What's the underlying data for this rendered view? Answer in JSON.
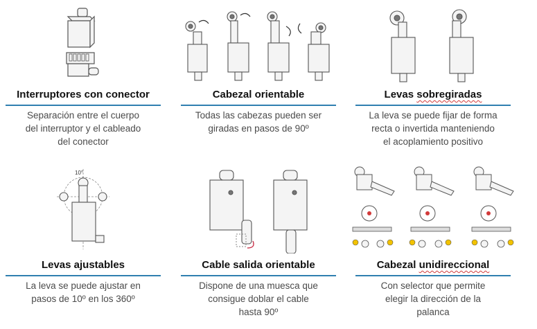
{
  "features": [
    {
      "title": "Interruptores con conector",
      "title_underlined": "",
      "lines": [
        "Separación entre el cuerpo",
        "del interruptor y el cableado",
        "del conector"
      ]
    },
    {
      "title": "Cabezal orientable",
      "title_underlined": "",
      "lines": [
        "Todas las cabezas pueden ser",
        "giradas en pasos de 90º"
      ]
    },
    {
      "title": "Levas ",
      "title_underlined": "sobregiradas",
      "lines": [
        "La leva se puede fijar de forma",
        "recta o invertida manteniendo",
        "el acoplamiento positivo"
      ]
    },
    {
      "title": "Levas ajustables",
      "title_underlined": "",
      "lines": [
        "La leva se puede ajustar en",
        "pasos de 10º en los 360º"
      ]
    },
    {
      "title": "Cable salida orientable",
      "title_underlined": "",
      "lines": [
        "Dispone de una muesca que",
        "consigue doblar el cable",
        "hasta 90º"
      ]
    },
    {
      "title": "Cabezal ",
      "title_underlined": "unidireccional",
      "lines": [
        "Con selector que permite",
        "elegir la dirección de la",
        "palanca"
      ]
    }
  ],
  "annotations": {
    "angle_label": "10°"
  },
  "colors": {
    "rule": "#2f7fb0",
    "accent_red": "#d23a3a",
    "bulb": "#f2c200"
  }
}
